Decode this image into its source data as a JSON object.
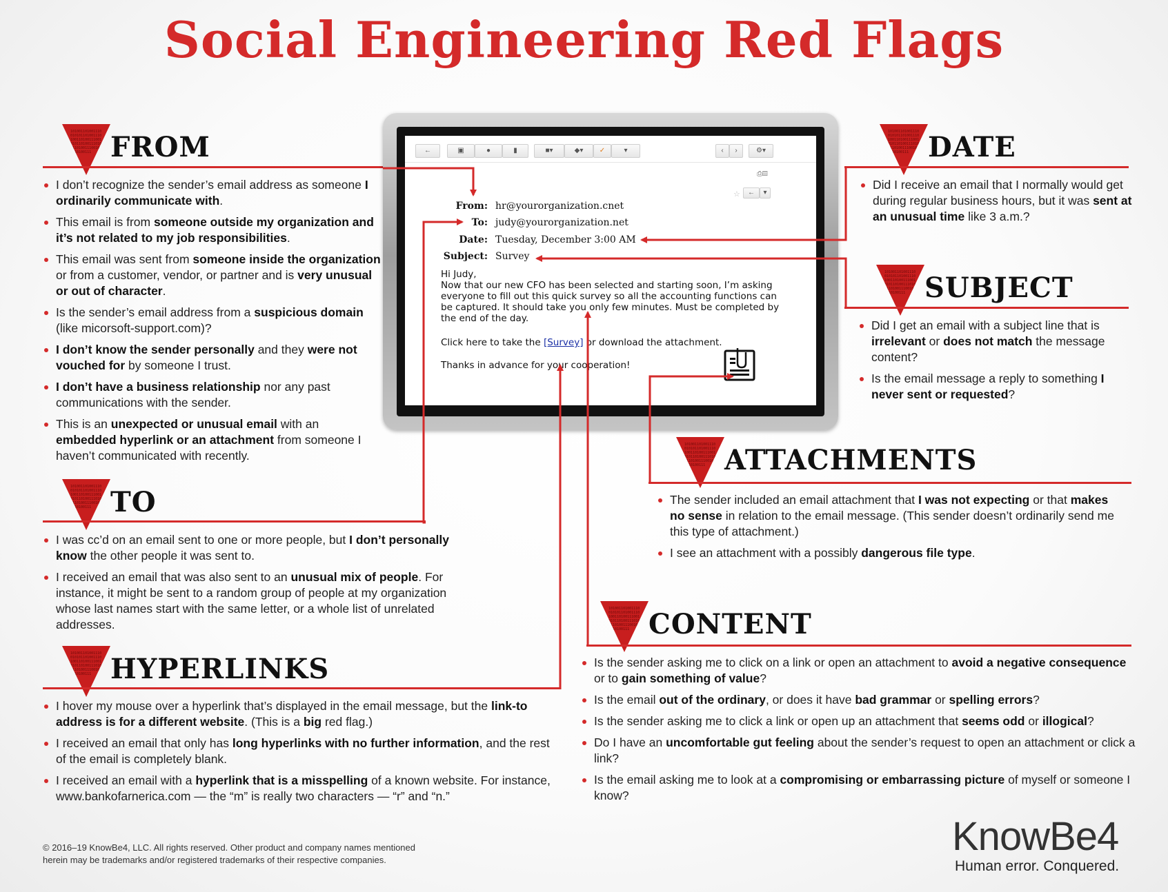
{
  "title": "Social Engineering Red Flags",
  "sections": {
    "from": {
      "title": "FROM",
      "bullets": [
        [
          "I don’t recognize the sender’s email address as someone ",
          "I ordinarily communicate with",
          "."
        ],
        [
          "This email is from ",
          "someone outside my organization and it’s not related to my job responsibilities",
          "."
        ],
        [
          "This email was sent from ",
          "someone inside the organization",
          " or from a customer, vendor, or partner and is ",
          "very unusual or out of character",
          "."
        ],
        [
          "Is the sender’s email address from a ",
          "suspicious domain",
          " (like micorsoft-support.com)?"
        ],
        [
          "",
          "I don’t know the sender personally",
          " and they ",
          "were not vouched for",
          " by someone I trust."
        ],
        [
          "",
          "I don’t have a business relationship",
          " nor any past communications with the sender."
        ],
        [
          "This is an ",
          "unexpected or unusual email",
          " with an ",
          "embedded hyperlink or an attachment",
          " from someone I haven’t communicated with recently."
        ]
      ]
    },
    "to": {
      "title": "TO",
      "bullets": [
        [
          "I was cc’d on an email sent to one or more people, but ",
          "I don’t personally know",
          " the other people it was sent to."
        ],
        [
          "I received an email that was also sent to an ",
          "unusual mix of people",
          ". For instance, it might be sent to a random group of people at my organization whose last names start with the same letter, or a whole list of unrelated addresses."
        ]
      ]
    },
    "hyperlinks": {
      "title": "HYPERLINKS",
      "bullets": [
        [
          "I hover my mouse over a hyperlink that’s displayed in the email message, but the ",
          "link-to address is for a different website",
          ". (This is a ",
          "big",
          " red flag.)"
        ],
        [
          "I received an email that only has ",
          "long hyperlinks with no further information",
          ", and the rest of the email is completely blank."
        ],
        [
          "I received an email with a ",
          "hyperlink that is a misspelling",
          " of a known website. For instance,  www.bankofarnerica.com — the “m” is really two characters — “r” and “n.”"
        ]
      ]
    },
    "date": {
      "title": "DATE",
      "bullets": [
        [
          "Did I receive an email that I normally would get during regular business hours, but it was ",
          "sent at an unusual time",
          " like 3 a.m.?"
        ]
      ]
    },
    "subject": {
      "title": "SUBJECT",
      "bullets": [
        [
          "Did I get an email with a subject line that is ",
          "irrelevant",
          " or ",
          "does not match",
          " the message content?"
        ],
        [
          "Is the email message a reply to something ",
          "I never sent or requested",
          "?"
        ]
      ]
    },
    "attachments": {
      "title": "ATTACHMENTS",
      "bullets": [
        [
          "The sender included an email attachment that ",
          "I was not expecting",
          " or that ",
          "makes no sense",
          " in relation to the email message. (This sender doesn’t ordinarily send me this type of attachment.)"
        ],
        [
          "I see an attachment with a possibly ",
          "dangerous file type",
          "."
        ]
      ]
    },
    "content": {
      "title": "CONTENT",
      "bullets": [
        [
          "Is the sender asking me to click on a link or open an attachment to ",
          "avoid a negative consequence",
          " or to ",
          "gain something of value",
          "?"
        ],
        [
          "Is the email ",
          "out of the ordinary",
          ", or does it have ",
          "bad grammar",
          " or ",
          "spelling errors",
          "?"
        ],
        [
          "Is the sender asking me to click a link or open up an attachment that ",
          "seems odd",
          " or ",
          "illogical",
          "?"
        ],
        [
          "Do I have an ",
          "uncomfortable gut feeling",
          " about the sender’s request to open an attachment or click a link?"
        ],
        [
          "Is the email asking me to look at a ",
          "compromising or embarrassing picture",
          " of myself or someone I know?"
        ]
      ]
    }
  },
  "email": {
    "from_label": "From:",
    "from_value": "hr@yourorganization.cnet",
    "to_label": "To:",
    "to_value": "judy@yourorganization.net",
    "date_label": "Date:",
    "date_value": "Tuesday, December 3:00 AM",
    "subject_label": "Subject:",
    "subject_value": "Survey",
    "greeting": "Hi Judy,",
    "body_lines": [
      "Now that our new CFO has been selected and starting soon, I’m asking",
      "everyone to fill out this quick survey so all the accounting functions can",
      "be captured. It should take you only few minutes. Must be completed by",
      "the end of the day."
    ],
    "link_prefix": "Click here to take the ",
    "link_text": "[Survey]",
    "link_suffix": " or download the attachment.",
    "signoff": "Thanks in advance for your cooperation!"
  },
  "footer": {
    "copyright_line1": "© 2016–19 KnowBe4, LLC.  All rights reserved. Other product and company names mentioned",
    "copyright_line2": "herein may be trademarks and/or registered trademarks of their respective companies.",
    "logo_text": "KnowBe4",
    "tagline": "Human error. Conquered."
  },
  "colors": {
    "accent_red": "#d42a2a",
    "flag_red": "#c81e1e"
  },
  "icons": [
    "red-flag-icon",
    "attachment-document-icon",
    "reply-icon",
    "archive-icon",
    "info-icon",
    "trash-icon",
    "folder-icon",
    "tag-icon"
  ]
}
